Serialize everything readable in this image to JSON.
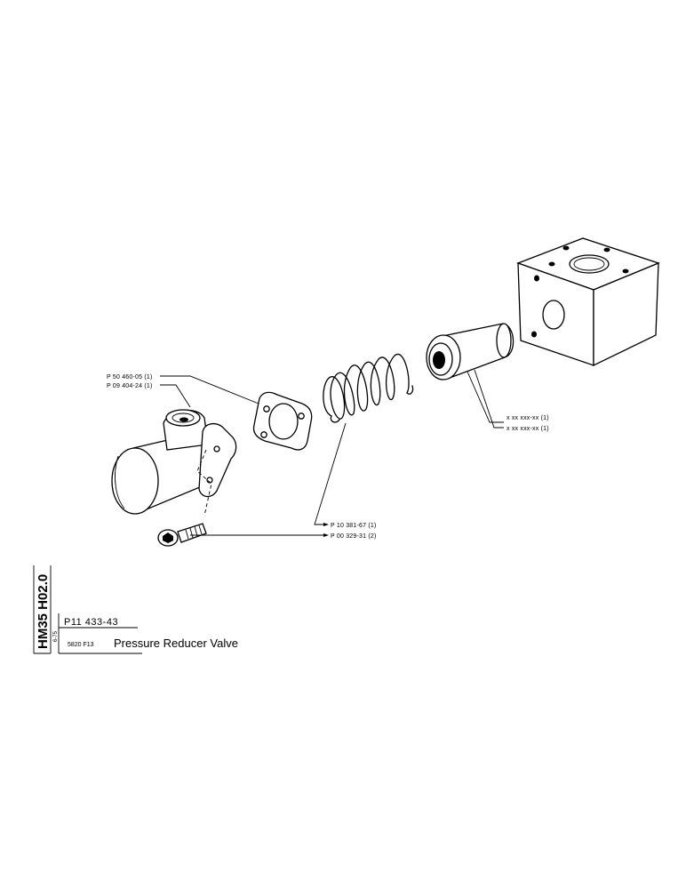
{
  "labels": {
    "gasket_part": "P 50 460-05 (1)",
    "housing_part": "P 09 404-24 (1)",
    "block_part_a": "x xx xxx-xx (1)",
    "block_part_b": "x xx xxx-xx (1)",
    "spring_part": "P 10 381-67 (1)",
    "screw_part": "P 00 329-31 (2)"
  },
  "title_block": {
    "side_code": "HM35 H02.0",
    "date": "6-75",
    "part_number": "P11 433-43",
    "ref_code": "5820  F13",
    "title": "Pressure Reducer Valve"
  }
}
